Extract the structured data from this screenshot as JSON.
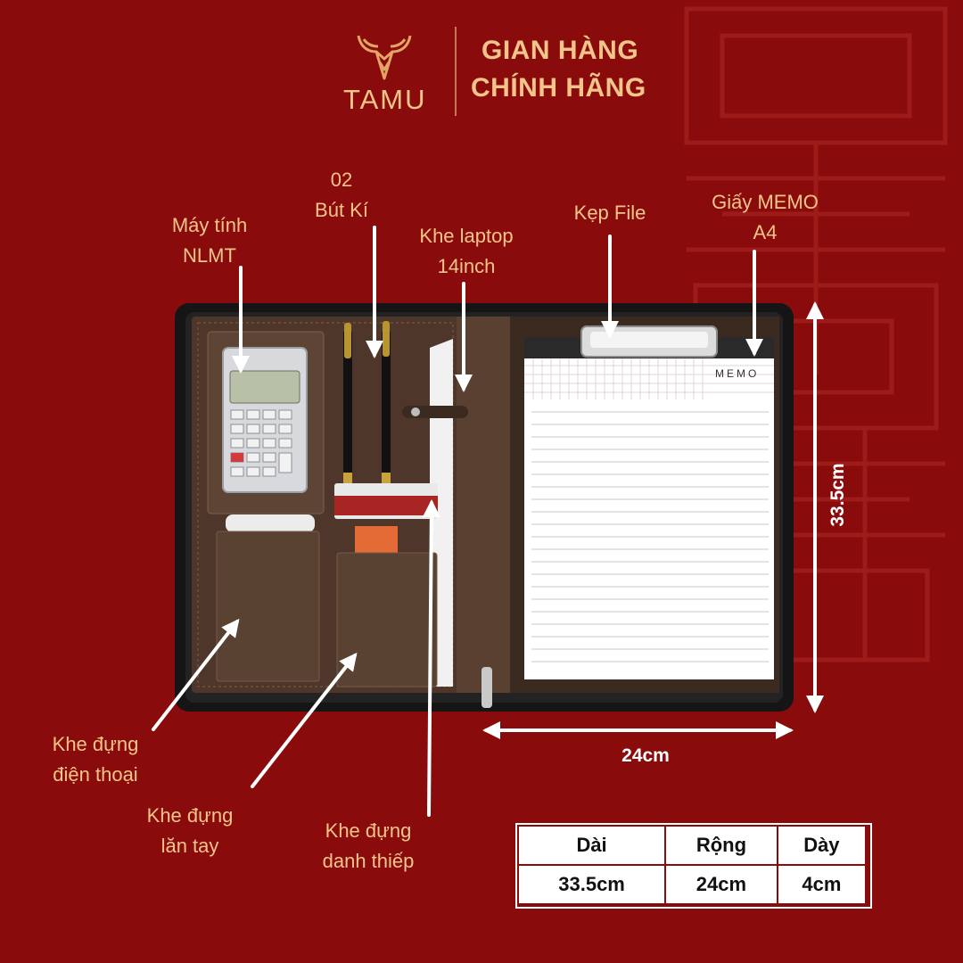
{
  "brand": {
    "name": "TAMU"
  },
  "header": {
    "line1": "GIAN HÀNG",
    "line2": "CHÍNH HÃNG"
  },
  "labels": {
    "calculator": [
      "Máy tính",
      "NLMT"
    ],
    "pens": [
      "02",
      "Bút Kí"
    ],
    "laptop": [
      "Khe laptop",
      "14inch"
    ],
    "clip": "Kẹp File",
    "memo": [
      "Giấy MEMO",
      "A4"
    ],
    "phone_slot": [
      "Khe đựng",
      "điện thoại"
    ],
    "roller_slot": [
      "Khe đựng",
      "lăn tay"
    ],
    "card_slot": [
      "Khe đựng",
      "danh thiếp"
    ]
  },
  "product": {
    "memo_header": "MEMO"
  },
  "dimensions": {
    "height_label": "33.5cm",
    "width_label": "24cm"
  },
  "spec_table": {
    "headers": [
      "Dài",
      "Rộng",
      "Dày"
    ],
    "values": [
      "33.5cm",
      "24cm",
      "4cm"
    ]
  },
  "colors": {
    "background": "#8a0b0c",
    "accent_gold": "#f3c58a",
    "leather": "#5a4030"
  }
}
